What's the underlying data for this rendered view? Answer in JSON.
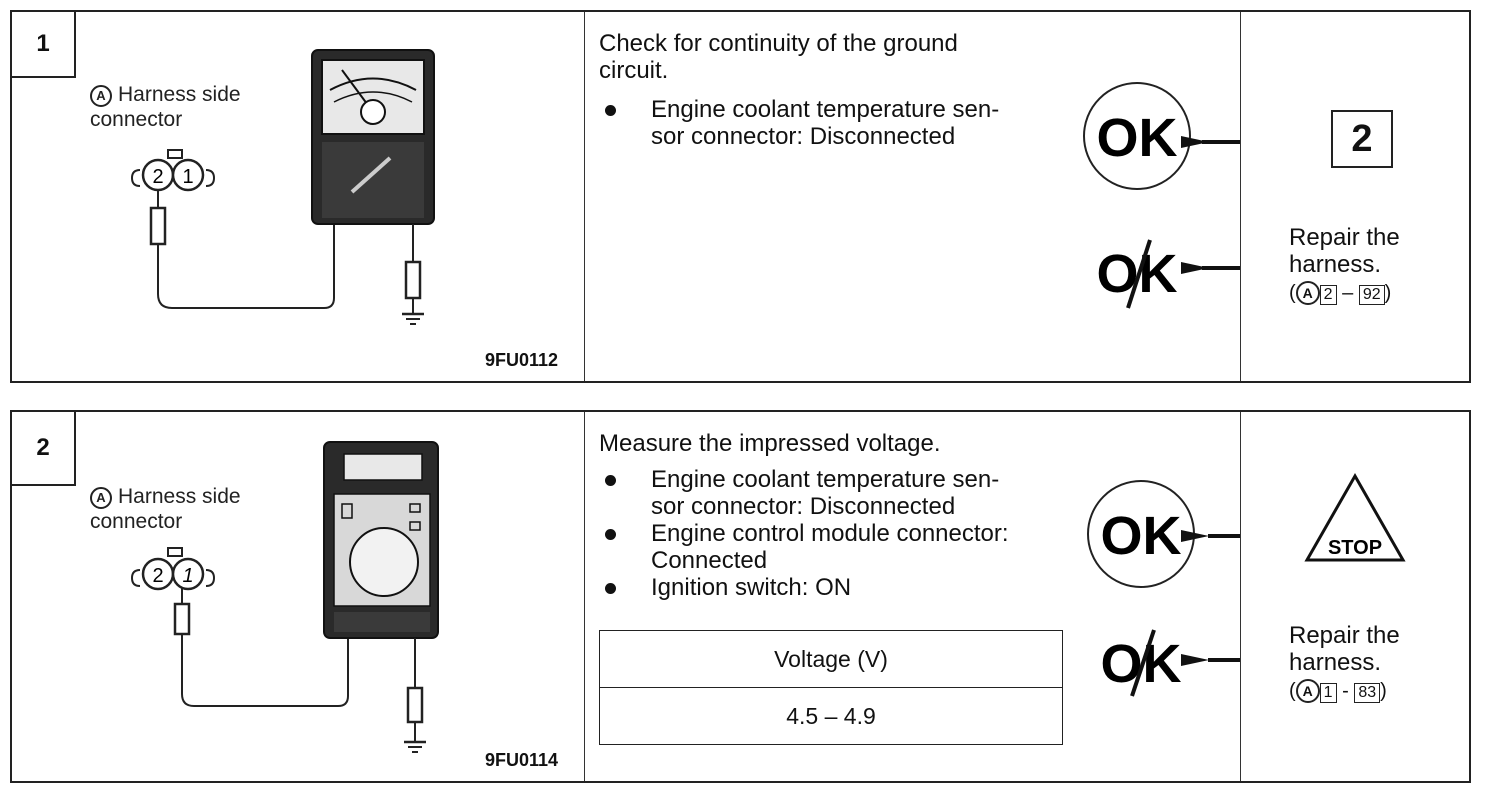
{
  "steps": [
    {
      "number": "1",
      "harness_marker": "A",
      "harness_label_line1": "Harness side",
      "harness_label_line2": "connector",
      "connector_pins": [
        "2",
        "1"
      ],
      "figure_code": "9FU0112",
      "title_line1": "Check for continuity of the ground",
      "title_line2": "circuit.",
      "bullets": [
        {
          "line1": "Engine coolant temperature sen-",
          "line2": "sor connector: Disconnected"
        }
      ],
      "ok_label": "OK",
      "ng_label": "OK",
      "ok_result": "2",
      "repair_line1": "Repair the",
      "repair_line2": "harness.",
      "repair_ref_marker": "A",
      "repair_ref_from": "2",
      "repair_ref_sep": "–",
      "repair_ref_to": "92"
    },
    {
      "number": "2",
      "harness_marker": "A",
      "harness_label_line1": "Harness side",
      "harness_label_line2": "connector",
      "connector_pins": [
        "2",
        "1"
      ],
      "figure_code": "9FU0114",
      "title_line1": "Measure the impressed voltage.",
      "bullets": [
        {
          "line1": "Engine coolant temperature sen-",
          "line2": "sor connector: Disconnected"
        },
        {
          "line1": "Engine control module connector:",
          "line2": "Connected"
        },
        {
          "line1": "Ignition switch: ON",
          "line2": ""
        }
      ],
      "table_header": "Voltage (V)",
      "table_value": "4.5 – 4.9",
      "ok_label": "OK",
      "ng_label": "OK",
      "ok_result": "STOP",
      "repair_line1": "Repair the",
      "repair_line2": "harness.",
      "repair_ref_marker": "A",
      "repair_ref_from": "1",
      "repair_ref_sep": "-",
      "repair_ref_to": "83"
    }
  ],
  "icons": [
    "analog-multimeter-icon",
    "digital-multimeter-icon",
    "ground-symbol-icon",
    "ok-circle-icon",
    "ng-crossed-ok-icon",
    "arrow-right-icon",
    "stop-triangle-icon"
  ]
}
